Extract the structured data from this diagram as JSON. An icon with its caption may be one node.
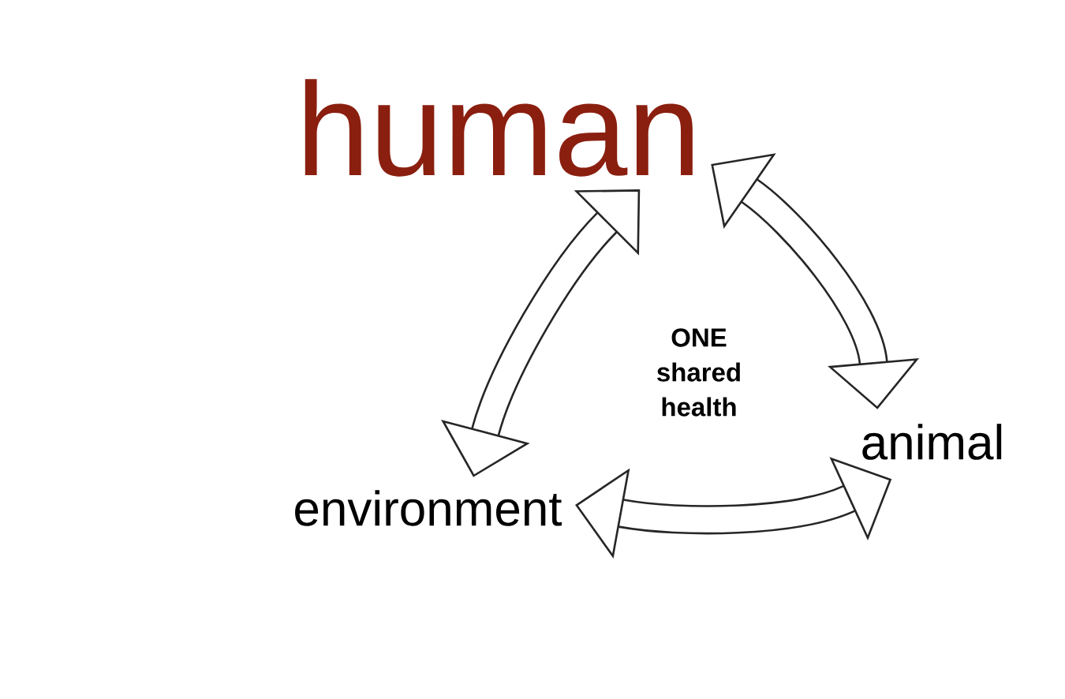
{
  "diagram": {
    "nodes": [
      {
        "text": [
          "human"
        ]
      },
      {
        "text": [
          "animal"
        ]
      },
      {
        "text": [
          "environment"
        ]
      }
    ],
    "edges": [
      {
        "from": 0,
        "to": 1,
        "arrow": "both"
      },
      {
        "from": 1,
        "to": 2,
        "arrow": "both"
      },
      {
        "from": 2,
        "to": 0,
        "arrow": "both"
      }
    ],
    "labels": [
      "ONE shared health"
    ]
  }
}
